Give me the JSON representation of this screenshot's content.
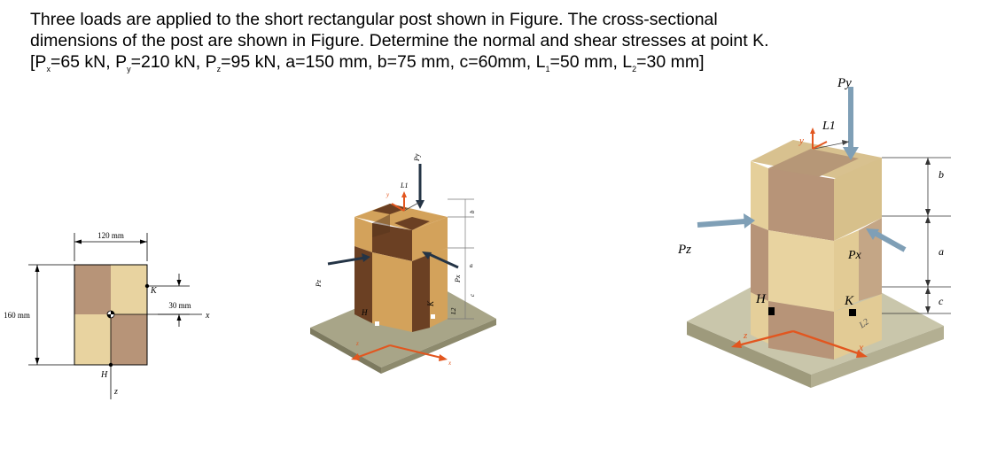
{
  "problem": {
    "line1": "Three loads are applied to the short rectangular post shown in Figure. The cross-sectional",
    "line2": "dimensions of the post are shown in Figure. Determine the normal and shear stresses at point K.",
    "given": {
      "open": "[P",
      "px_sub": "x",
      "px_val": "=65 kN, P",
      "py_sub": "y",
      "py_val": "=210 kN, P",
      "pz_sub": "z",
      "pz_val": "=95 kN, a=150 mm, b=75 mm, c=60mm, L",
      "l1_sub": "1",
      "l1_val": "=50 mm, L",
      "l2_sub": "2",
      "l2_val": "=30 mm]"
    }
  },
  "cross_section": {
    "width_label": "120 mm",
    "height_label": "160 mm",
    "offset_label": "30 mm",
    "point_k": "K",
    "point_h": "H",
    "axis_x": "x",
    "axis_z": "z"
  },
  "post_small": {
    "py": "Py",
    "l1": "L1",
    "y": "y",
    "pz": "Pz",
    "px": "Px",
    "h": "H",
    "k": "K",
    "a": "a",
    "b": "b",
    "c": "c",
    "l2": "L2",
    "x": "x",
    "z": "z"
  },
  "post_large": {
    "py": "Py",
    "l1": "L1",
    "y": "y",
    "pz": "Pz",
    "px": "Px",
    "h": "H",
    "k": "K",
    "a": "a",
    "b": "b",
    "c": "c",
    "l2": "L2",
    "x": "x",
    "z": "z"
  },
  "colors": {
    "light_block": "#e8d3a0",
    "dark_block": "#b79478",
    "brown": "#6b4023",
    "tan": "#d3a25b",
    "base": "#a8a588",
    "load_arrow": "#7f9fb6",
    "axis_arrow": "#e2561f"
  }
}
